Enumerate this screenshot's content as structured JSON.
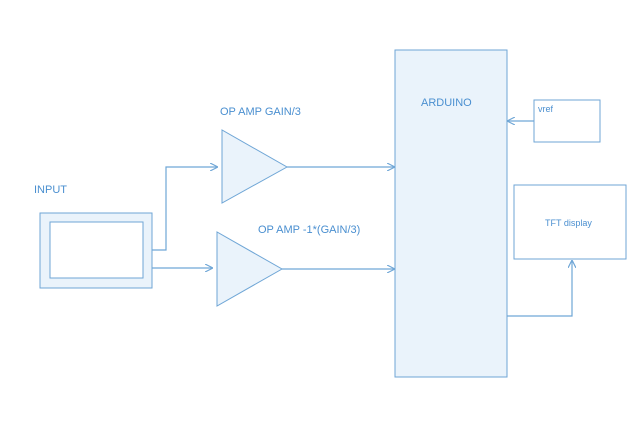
{
  "colors": {
    "stroke": "#6fa6d6",
    "fill": "#eaf3fb",
    "text": "#4a8fd0"
  },
  "labels": {
    "input": "INPUT",
    "opamp_top": "OP AMP GAIN/3",
    "opamp_bottom": "OP AMP -1*(GAIN/3)",
    "arduino": "ARDUINO",
    "vref": "vref",
    "tft": "TFT display"
  }
}
